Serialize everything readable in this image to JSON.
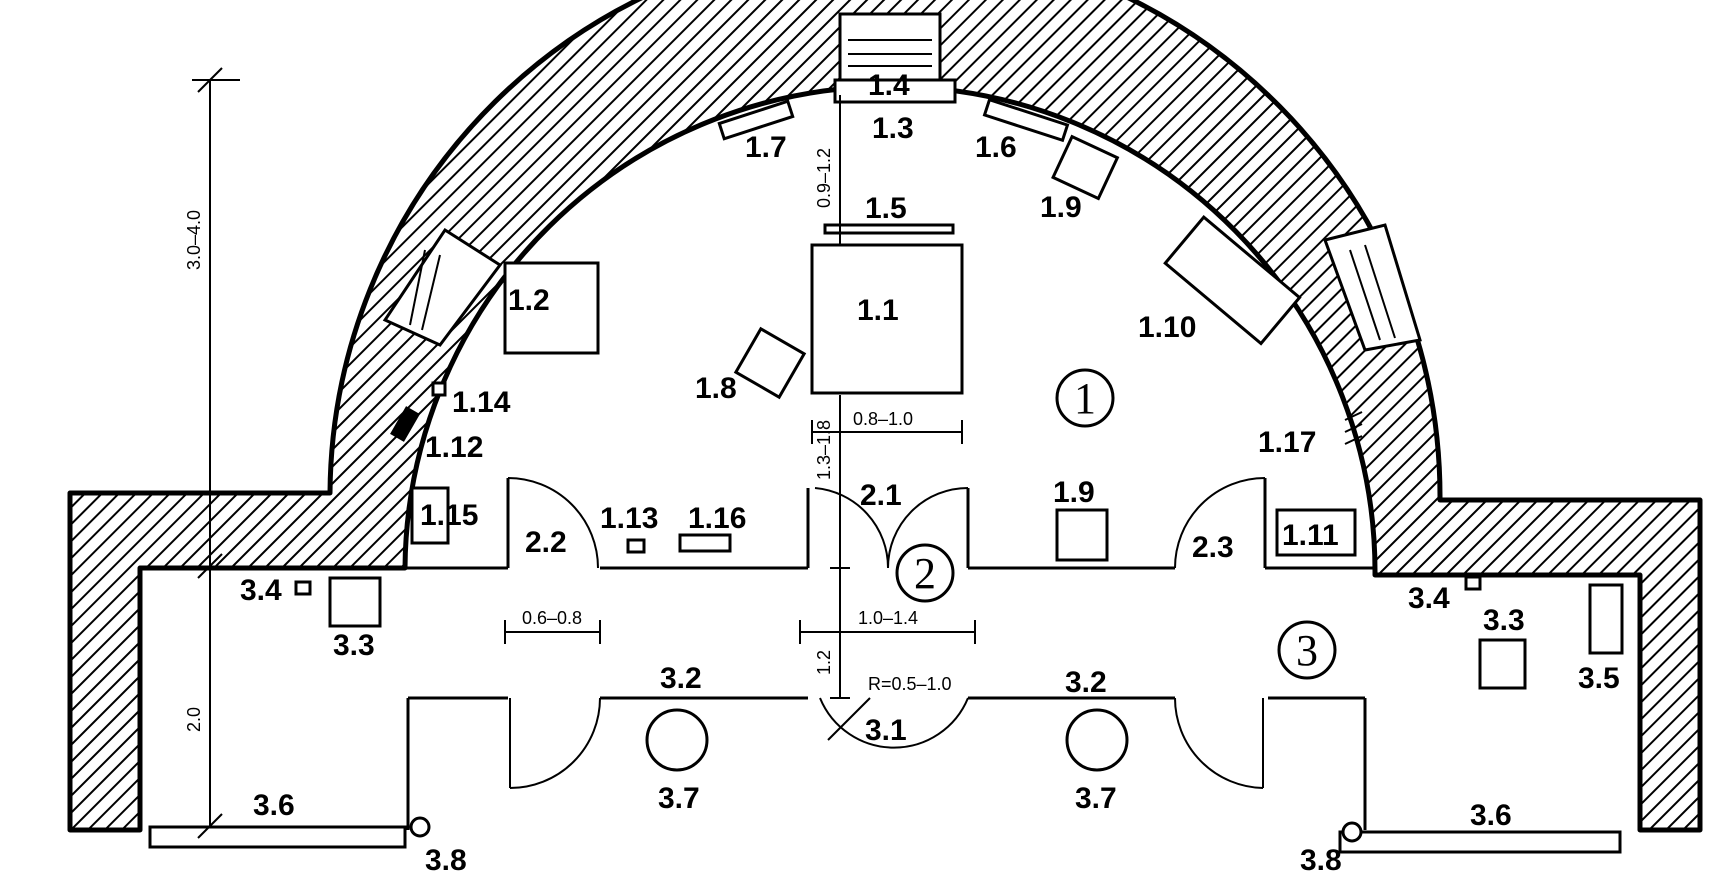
{
  "labels": {
    "l_1_1": "1.1",
    "l_1_2": "1.2",
    "l_1_3": "1.3",
    "l_1_4": "1.4",
    "l_1_5": "1.5",
    "l_1_6": "1.6",
    "l_1_7": "1.7",
    "l_1_8": "1.8",
    "l_1_9a": "1.9",
    "l_1_9b": "1.9",
    "l_1_10": "1.10",
    "l_1_11": "1.11",
    "l_1_12": "1.12",
    "l_1_13": "1.13",
    "l_1_14": "1.14",
    "l_1_15": "1.15",
    "l_1_16": "1.16",
    "l_1_17": "1.17",
    "l_2_1": "2.1",
    "l_2_2": "2.2",
    "l_2_3": "2.3",
    "l_3_1": "3.1",
    "l_3_2a": "3.2",
    "l_3_2b": "3.2",
    "l_3_3a": "3.3",
    "l_3_3b": "3.3",
    "l_3_4a": "3.4",
    "l_3_4b": "3.4",
    "l_3_5": "3.5",
    "l_3_6a": "3.6",
    "l_3_6b": "3.6",
    "l_3_7a": "3.7",
    "l_3_7b": "3.7",
    "l_3_8a": "3.8",
    "l_3_8b": "3.8"
  },
  "zones": {
    "z1": "1",
    "z2": "2",
    "z3": "3"
  },
  "dimensions": {
    "d_total": "3.0–4.0",
    "d_lower": "2.0",
    "d_top": "0.9–1.2",
    "d_mid": "1.3–1.8",
    "d_table": "0.8–1.0",
    "d_left": "0.6–0.8",
    "d_door": "1.0–1.4",
    "d_small": "1.2",
    "d_radius": "R=0.5–1.0"
  }
}
